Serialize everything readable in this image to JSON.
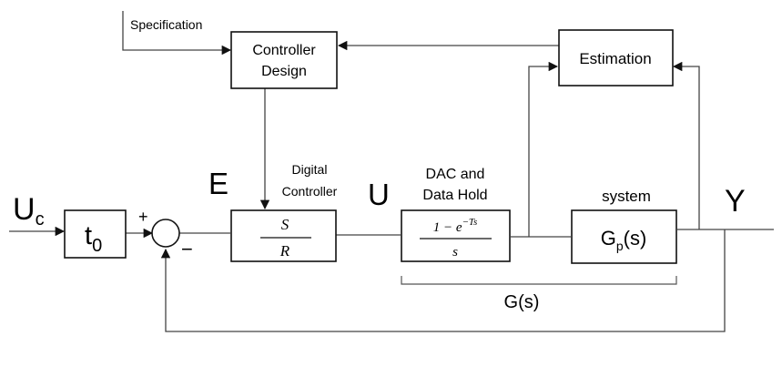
{
  "inputs": {
    "specification": "Specification",
    "reference_main": "U",
    "reference_sub": "c"
  },
  "blocks": {
    "prefilter_main": "t",
    "prefilter_sub": "0",
    "controller_design_line1": "Controller",
    "controller_design_line2": "Design",
    "estimation": "Estimation",
    "digital_controller_line1": "Digital",
    "digital_controller_line2": "Controller",
    "controller_numerator": "S",
    "controller_denominator": "R",
    "dac_line1": "DAC and",
    "dac_line2": "Data Hold",
    "dac_numerator": "1 − e",
    "dac_exponent": "−Ts",
    "dac_denominator": "s",
    "system_label": "system",
    "plant_main": "G",
    "plant_sub": "p",
    "plant_arg": "(s)",
    "combined_transfer": "G(s)"
  },
  "signals": {
    "error": "E",
    "control": "U",
    "output": "Y"
  },
  "summing_junction": {
    "plus": "+",
    "minus": "−"
  }
}
